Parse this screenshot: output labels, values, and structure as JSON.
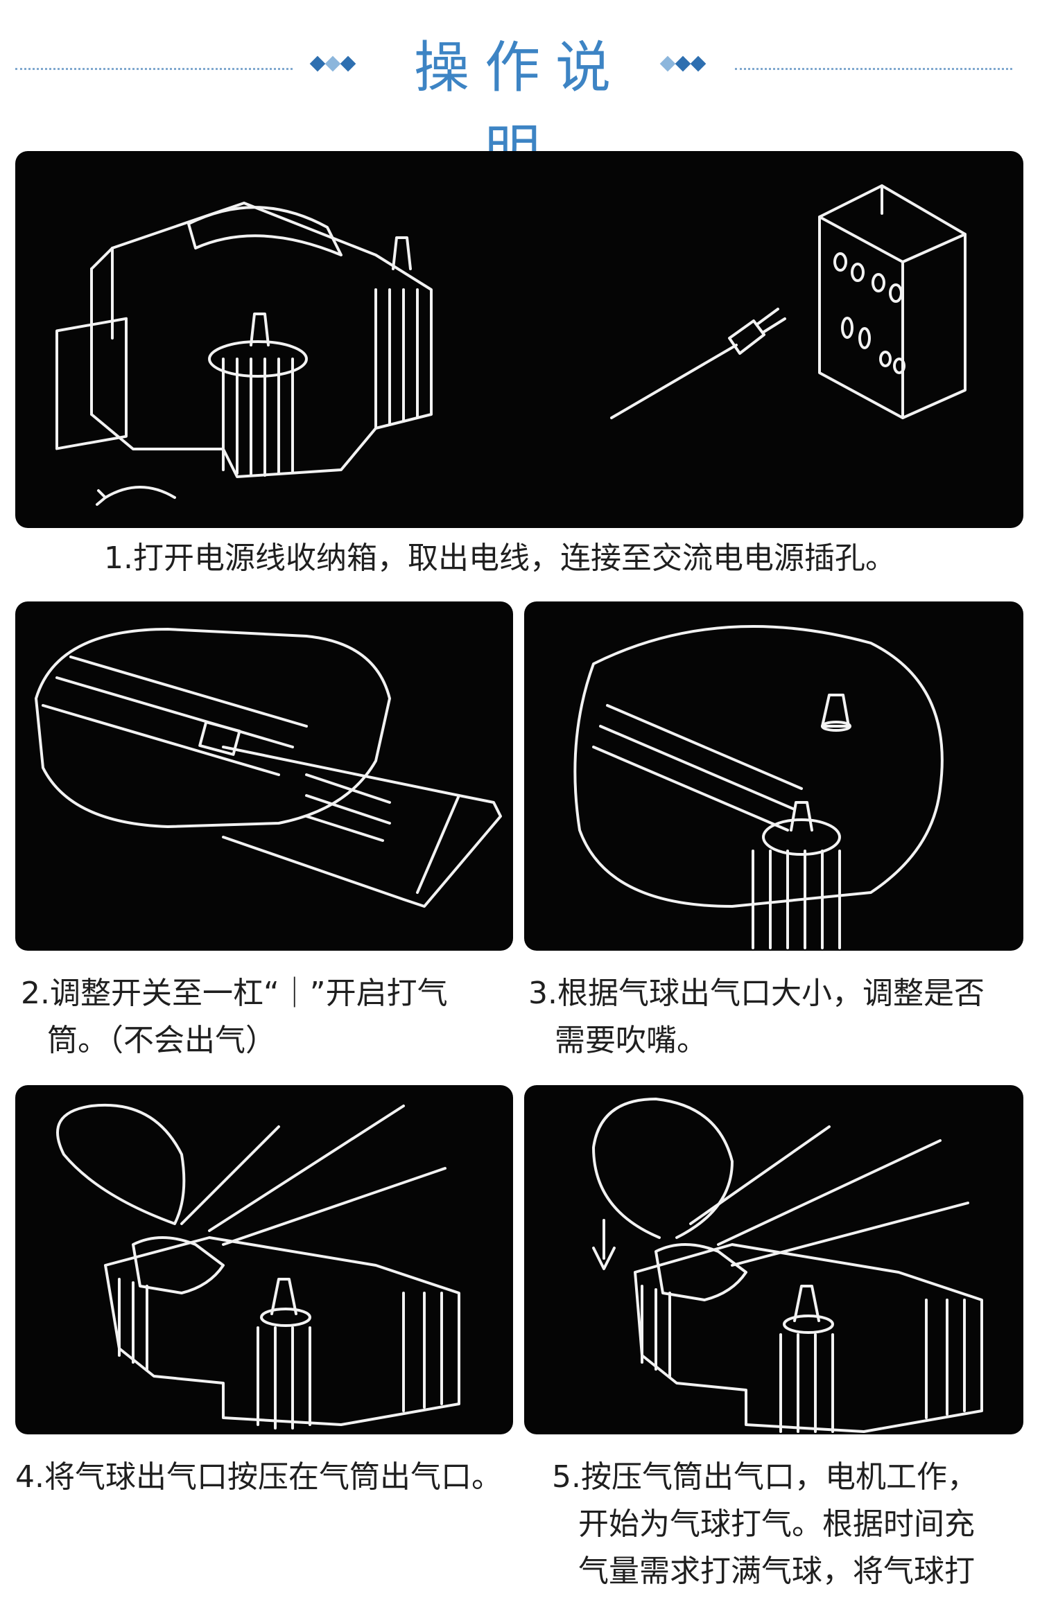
{
  "header": {
    "title": "操作说明"
  },
  "steps": [
    {
      "caption": "1.打开电源线收纳箱，取出电线，连接至交流电电源插孔。"
    },
    {
      "caption_line1": "2.调整开关至一杠“｜”开启打气",
      "caption_line2": "筒。（不会出气）"
    },
    {
      "caption_line1": "3.根据气球出气口大小，调整是否",
      "caption_line2": "需要吹嘴。"
    },
    {
      "caption": "4.将气球出气口按压在气筒出气口。"
    },
    {
      "caption_line1": "5.按压气筒出气口，电机工作，",
      "caption_line2": "开始为气球打气。根据时间充",
      "caption_line3": "气量需求打满气球，将气球打"
    }
  ],
  "colors": {
    "accent": "#3d84c4",
    "diamond_dark": "#2e6fb0",
    "diamond_light": "#8cb6dc",
    "panel_bg": "#050505",
    "line_art": "#f2f2f2"
  },
  "icons": [
    "diamond-ornament",
    "air-pump-illustration",
    "power-plug-illustration",
    "wall-socket-illustration",
    "switch-hand-illustration",
    "nozzle-illustration",
    "balloon-hand-illustration",
    "down-arrow-icon"
  ]
}
